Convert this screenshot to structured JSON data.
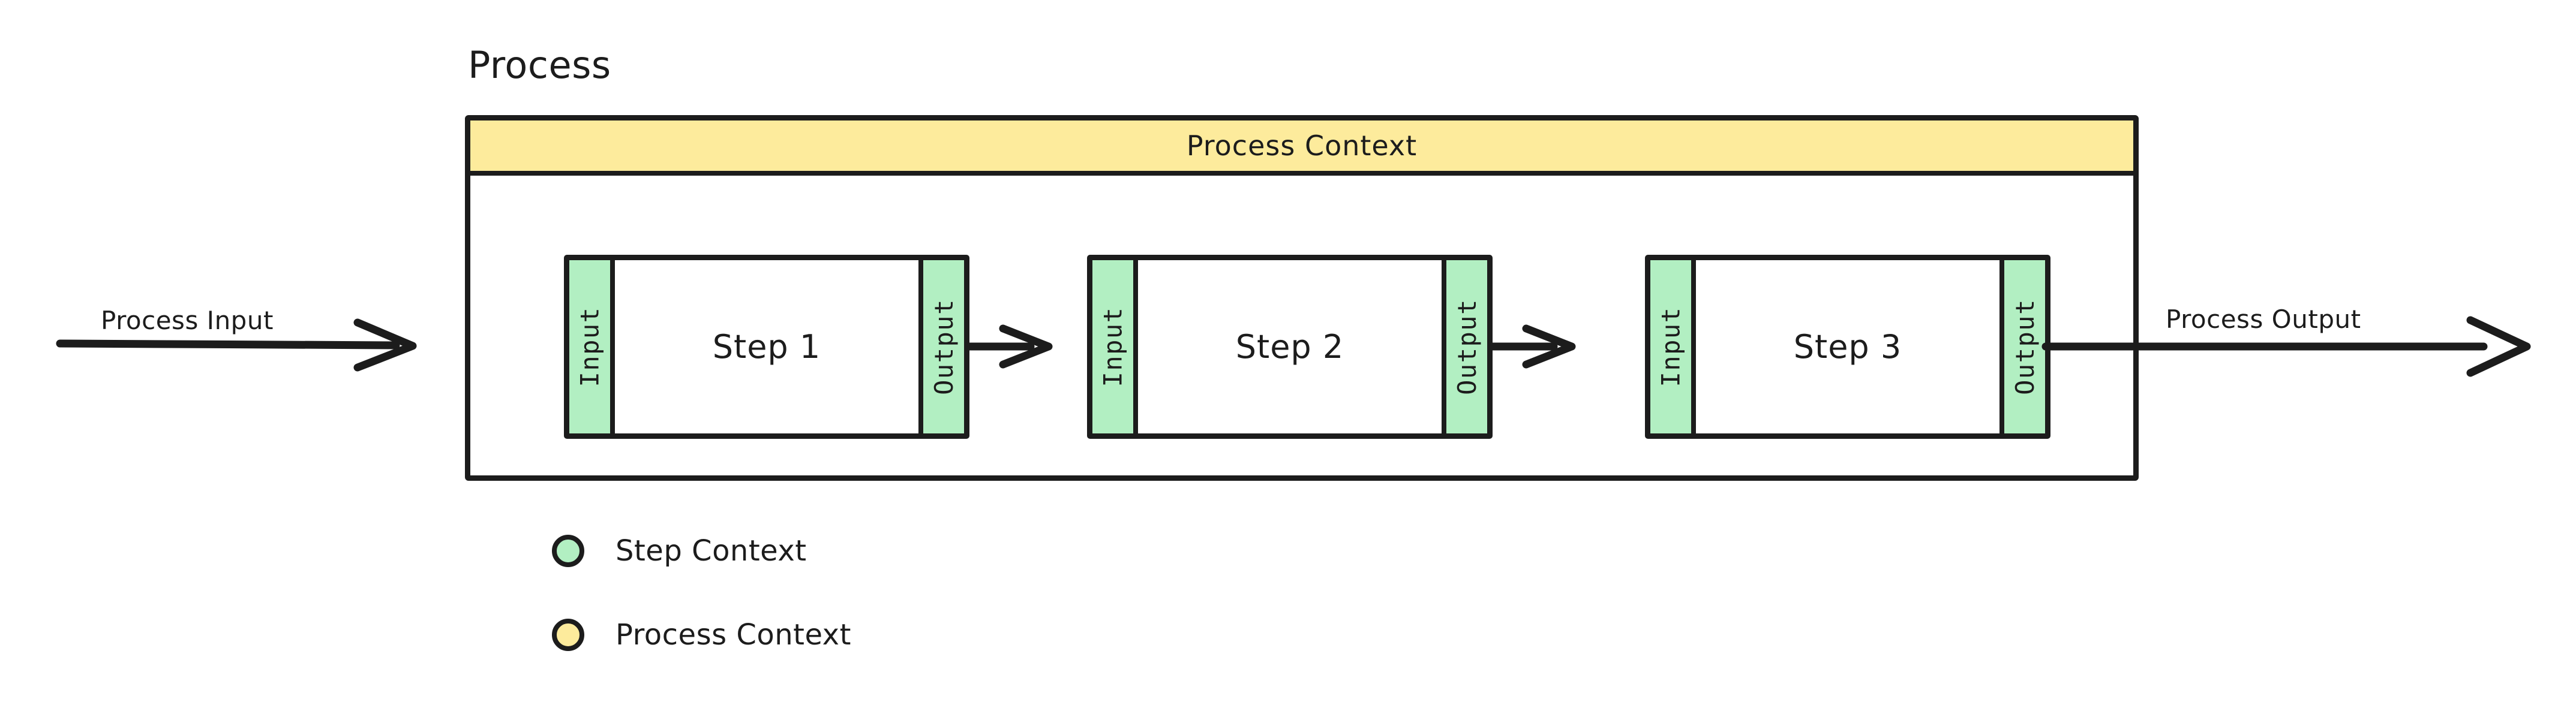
{
  "diagram": {
    "title": "Process",
    "process_context_label": "Process Context",
    "steps": [
      {
        "input_label": "Input",
        "name": "Step 1",
        "output_label": "Output"
      },
      {
        "input_label": "Input",
        "name": "Step 2",
        "output_label": "Output"
      },
      {
        "input_label": "Input",
        "name": "Step 3",
        "output_label": "Output"
      }
    ],
    "edges": {
      "process_input": "Process Input",
      "process_output": "Process Output"
    },
    "legend": [
      {
        "label": "Step Context",
        "color": "#b2efc2"
      },
      {
        "label": "Process Context",
        "color": "#fdeb9c"
      }
    ],
    "colors": {
      "step_context": "#b2efc2",
      "process_context": "#fdeb9c",
      "stroke": "#1c1c1c",
      "background": "#ffffff"
    }
  }
}
